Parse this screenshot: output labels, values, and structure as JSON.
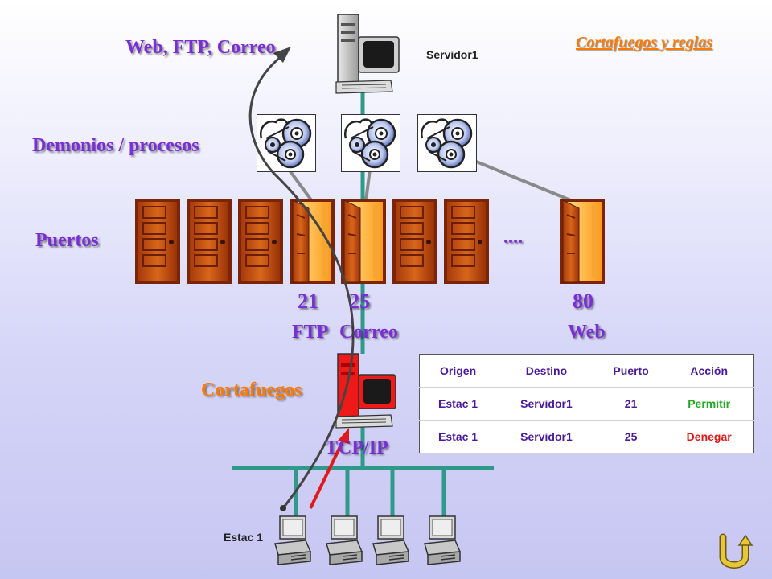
{
  "title_link": "Cortafuegos y reglas",
  "labels": {
    "services": "Web, FTP, Correo",
    "server": "Servidor1",
    "daemons": "Demonios / procesos",
    "ports": "Puertos",
    "ellipsis": "....",
    "firewall": "Cortafuegos",
    "tcpip": "TCP/IP",
    "station": "Estac 1"
  },
  "ports": [
    {
      "number": "21",
      "service": "FTP"
    },
    {
      "number": "25",
      "service": "Correo"
    },
    {
      "number": "80",
      "service": "Web"
    }
  ],
  "rules": {
    "headers": [
      "Origen",
      "Destino",
      "Puerto",
      "Acción"
    ],
    "rows": [
      {
        "origen": "Estac 1",
        "destino": "Servidor1",
        "puerto": "21",
        "accion": "Permitir",
        "status": "allow"
      },
      {
        "origen": "Estac 1",
        "destino": "Servidor1",
        "puerto": "25",
        "accion": "Denegar",
        "status": "deny"
      }
    ]
  },
  "colors": {
    "label_purple": "#7a2fd6",
    "label_orange": "#ff7a00",
    "network_line": "#2f9a8a",
    "allow": "#22aa22",
    "deny": "#dd1a1a"
  },
  "icons": [
    "server-computer-icon",
    "daemon-reel-icon",
    "door-icon",
    "firewall-computer-icon",
    "workstation-icon",
    "return-arrow-icon"
  ]
}
